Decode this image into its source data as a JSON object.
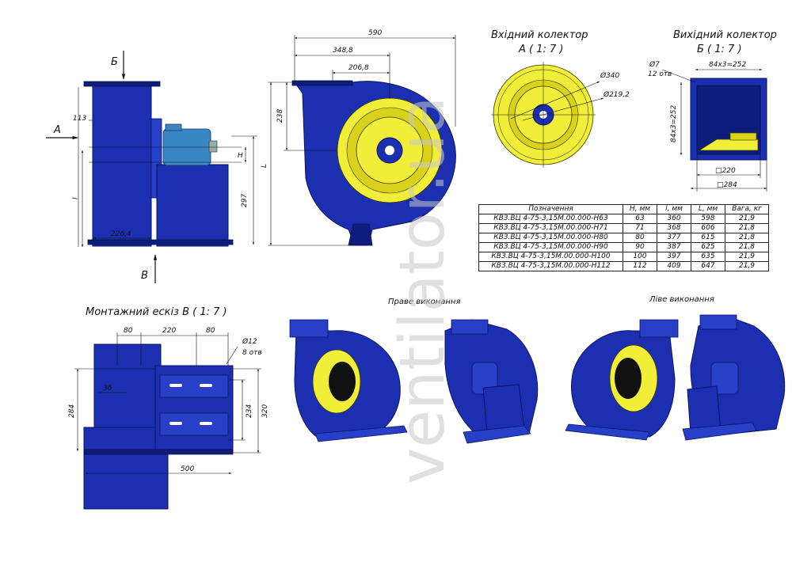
{
  "views": {
    "inlet_title_line1": "Вхідний колектор",
    "inlet_title_line2": "А ( 1: 7 )",
    "outlet_title_line1": "Вихідний колектор",
    "outlet_title_line2": "Б ( 1: 7 )",
    "mount_title": "Монтажний ескіз В ( 1: 7 )",
    "right_exec": "Праве виконання",
    "left_exec": "Ліве виконання",
    "arrow_a": "А",
    "arrow_b_top": "Б",
    "arrow_b_bottom": "В"
  },
  "dims": {
    "side": {
      "d113": "113",
      "d226": "226,4",
      "H": "H",
      "l": "l",
      "d297": "297"
    },
    "front": {
      "d590": "590",
      "d348": "348,8",
      "d206": "206,8",
      "d238": "238",
      "L": "L"
    },
    "inlet": {
      "d340": "Ø340",
      "d219": "Ø219,2"
    },
    "outlet": {
      "holes1": "Ø7",
      "holes2": "12 отв",
      "top": "84х3=252",
      "left": "84х3=252",
      "sq220": "□220",
      "sq284": "□284"
    },
    "mount": {
      "d80a": "80",
      "d220": "220",
      "d80b": "80",
      "holes1": "Ø12",
      "holes2": "8 отв",
      "d36": "36",
      "d284": "284",
      "d234": "234",
      "d320": "320",
      "d500": "500"
    }
  },
  "watermark": "ventilator.ua",
  "table": {
    "headers": [
      "Позначення",
      "H, мм",
      "l, мм",
      "L, мм",
      "Вага, кг"
    ],
    "rows": [
      [
        "КВЗ.ВЦ 4-75-3,15М.00.000-Н63",
        "63",
        "360",
        "598",
        "21,9"
      ],
      [
        "КВЗ.ВЦ 4-75-3,15М.00.000-Н71",
        "71",
        "368",
        "606",
        "21,8"
      ],
      [
        "КВЗ.ВЦ 4-75-3,15М.00.000-Н80",
        "80",
        "377",
        "615",
        "21,8"
      ],
      [
        "КВЗ.ВЦ 4-75-3,15М.00.000-Н90",
        "90",
        "387",
        "625",
        "21,8"
      ],
      [
        "КВЗ.ВЦ 4-75-3,15М.00.000-Н100",
        "100",
        "397",
        "635",
        "21,9"
      ],
      [
        "КВЗ.ВЦ 4-75-3,15М.00.000-Н112",
        "112",
        "409",
        "647",
        "21,9"
      ]
    ]
  },
  "colors": {
    "housing": "#1b2fb0",
    "collector": "#f1ee3a",
    "motor": "#3b86c4"
  }
}
